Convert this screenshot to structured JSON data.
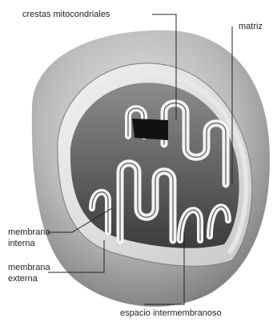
{
  "labels": {
    "crestas": "crestas mitocondriales",
    "matriz": "matriz",
    "membrana_interna": [
      "membrana",
      "interna"
    ],
    "membrana_externa": [
      "membrana",
      "externa"
    ],
    "espacio": "espacio intermembranoso"
  }
}
